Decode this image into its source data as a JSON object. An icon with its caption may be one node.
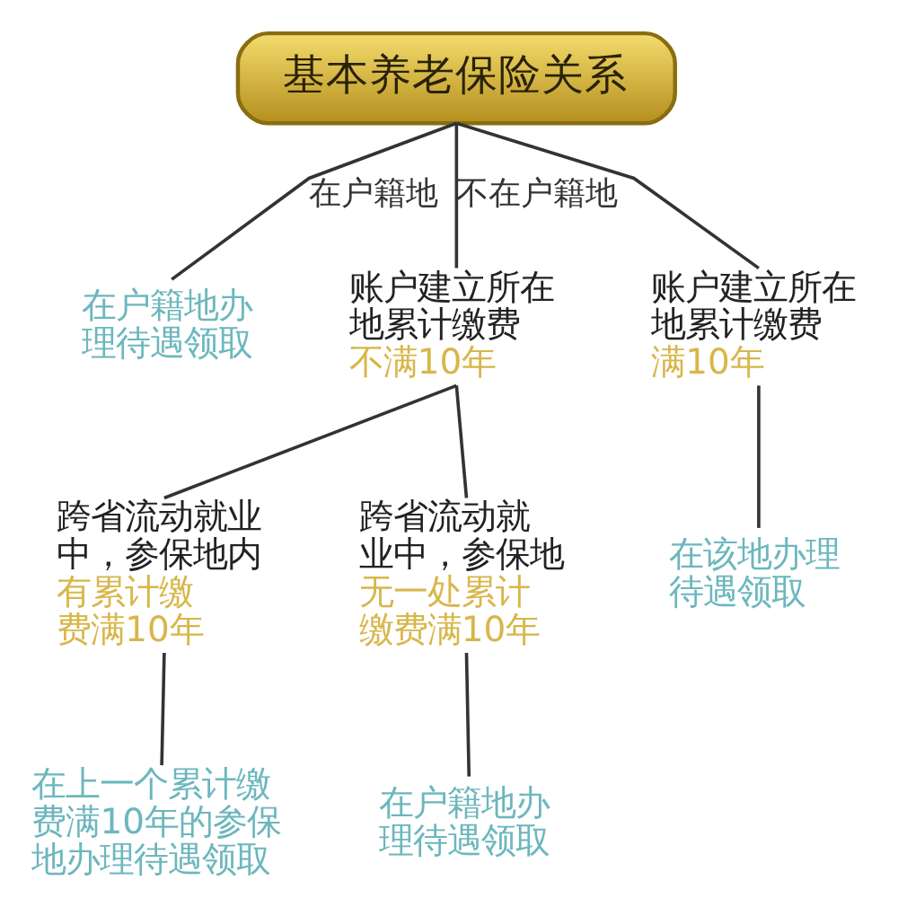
{
  "diagram": {
    "nodes": [
      {
        "text": [
          "基本养老保险关系"
        ]
      },
      {
        "text": [
          "在户籍地办理待遇领取"
        ]
      },
      {
        "text": [
          "账户建立所在地累计缴费",
          "不满10年"
        ]
      },
      {
        "text": [
          "账户建立所在地累计缴费",
          "满10年"
        ]
      },
      {
        "text": [
          "跨省流动就业中，参保地内",
          "有累计缴费满10年"
        ]
      },
      {
        "text": [
          "跨省流动就业中，参保地",
          "无一处累计缴费满10年"
        ]
      },
      {
        "text": [
          "在该地办理待遇领取"
        ]
      },
      {
        "text": [
          "在上一个累计缴费满10年的参保地办理待遇领取"
        ]
      },
      {
        "text": [
          "在户籍地办理待遇领取"
        ]
      }
    ],
    "edges": [
      {
        "from": 0,
        "to": 1,
        "arrow": "none",
        "label": "在户籍地"
      },
      {
        "from": 0,
        "to": 2,
        "arrow": "none",
        "label": "不在户籍地"
      },
      {
        "from": 0,
        "to": 3,
        "arrow": "none"
      },
      {
        "from": 2,
        "to": 4,
        "arrow": "none"
      },
      {
        "from": 2,
        "to": 5,
        "arrow": "none"
      },
      {
        "from": 3,
        "to": 6,
        "arrow": "none"
      },
      {
        "from": 4,
        "to": 7,
        "arrow": "none"
      },
      {
        "from": 5,
        "to": 8,
        "arrow": "none"
      }
    ]
  }
}
